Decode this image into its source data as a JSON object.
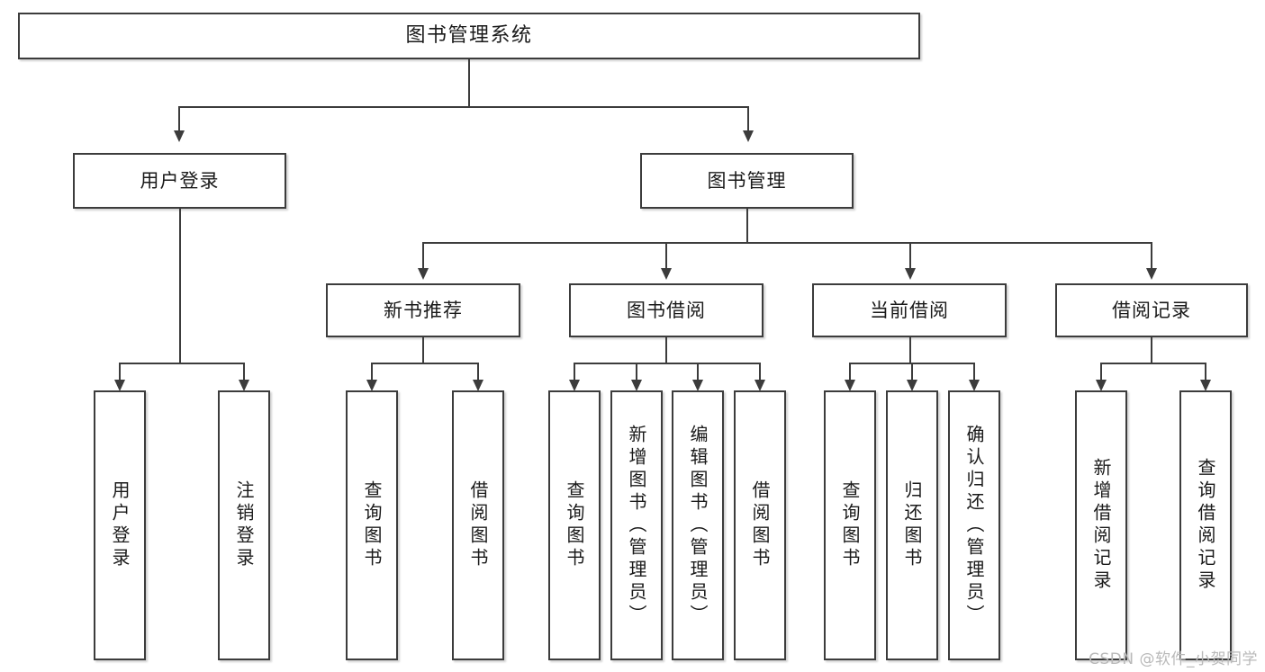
{
  "diagram": {
    "type": "tree-hierarchy",
    "title": "图书管理系统",
    "root": {
      "id": "root",
      "label": "图书管理系统"
    },
    "level2": [
      {
        "id": "user-login",
        "label": "用户登录"
      },
      {
        "id": "book-management",
        "label": "图书管理"
      }
    ],
    "level3": [
      {
        "id": "new-book-recommend",
        "label": "新书推荐",
        "parent": "book-management"
      },
      {
        "id": "book-borrow",
        "label": "图书借阅",
        "parent": "book-management"
      },
      {
        "id": "current-borrow",
        "label": "当前借阅",
        "parent": "book-management"
      },
      {
        "id": "borrow-record",
        "label": "借阅记录",
        "parent": "book-management"
      }
    ],
    "leaves": {
      "user_login": [
        {
          "id": "leaf-user-login",
          "label": "用户登录"
        },
        {
          "id": "leaf-logout",
          "label": "注销登录"
        }
      ],
      "new_book_recommend": [
        {
          "id": "leaf-query-book-1",
          "label": "查询图书"
        },
        {
          "id": "leaf-borrow-book-1",
          "label": "借阅图书"
        }
      ],
      "book_borrow": [
        {
          "id": "leaf-query-book-2",
          "label": "查询图书"
        },
        {
          "id": "leaf-add-book",
          "label": "新增图书（管理员）"
        },
        {
          "id": "leaf-edit-book",
          "label": "编辑图书（管理员）"
        },
        {
          "id": "leaf-borrow-book-2",
          "label": "借阅图书"
        }
      ],
      "current_borrow": [
        {
          "id": "leaf-query-book-3",
          "label": "查询图书"
        },
        {
          "id": "leaf-return-book",
          "label": "归还图书"
        },
        {
          "id": "leaf-confirm-return",
          "label": "确认归还（管理员）"
        }
      ],
      "borrow_record": [
        {
          "id": "leaf-add-record",
          "label": "新增借阅记录"
        },
        {
          "id": "leaf-query-record",
          "label": "查询借阅记录"
        }
      ]
    }
  },
  "watermark": {
    "text": "CSDN @软件_小贺同学"
  },
  "colors": {
    "stroke": "#3c3c3c",
    "fill": "#ffffff",
    "text": "#1a1a1a",
    "watermark": "#b9b9b9"
  }
}
